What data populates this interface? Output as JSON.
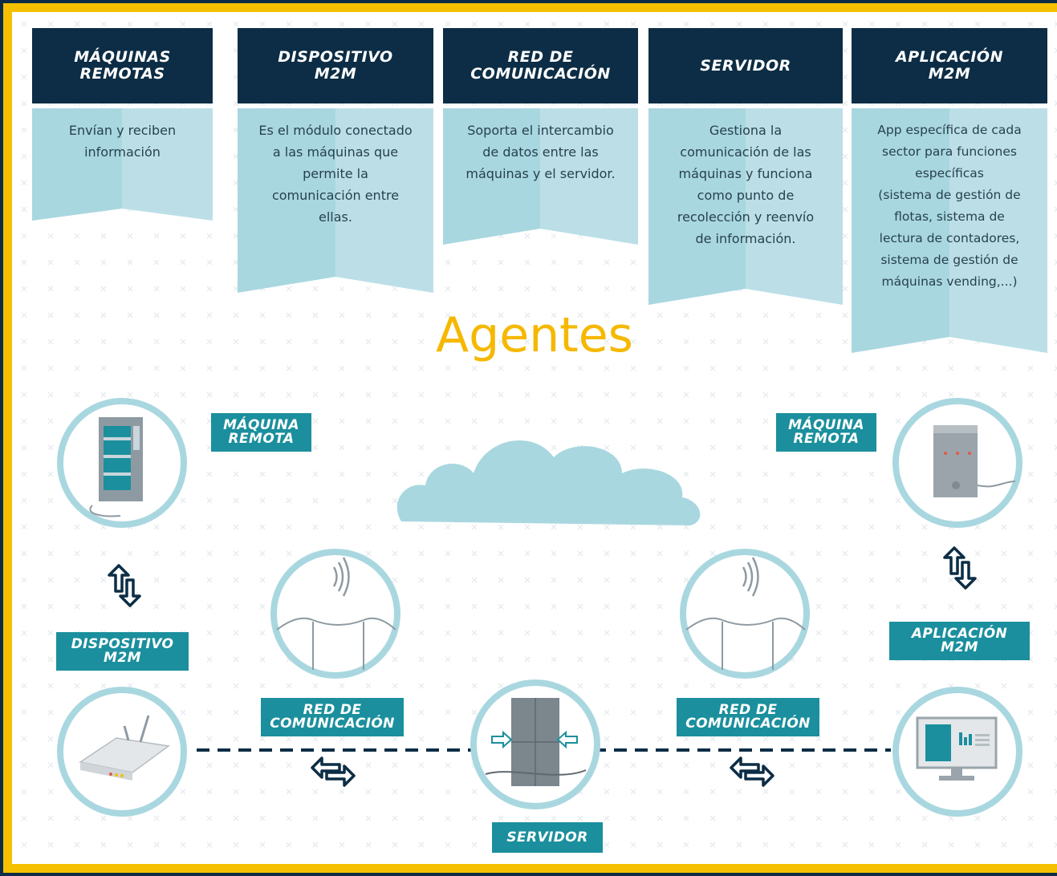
{
  "title": "Agentes",
  "columns": [
    {
      "head": "MÁQUINAS\nREMOTAS",
      "text": "Envían y reciben\ninformación"
    },
    {
      "head": "DISPOSITIVO\nM2M",
      "text": "Es el módulo conectado\na las máquinas que\npermite la\ncomunicación entre\nellas."
    },
    {
      "head": "RED DE\nCOMUNICACIÓN",
      "text": "Soporta el intercambio\nde datos entre las\nmáquinas y el servidor."
    },
    {
      "head": "SERVIDOR",
      "text": "Gestiona la\ncomunicación de las\nmáquinas y funciona\ncomo punto de\nrecolección y reenvío\nde información."
    },
    {
      "head": "APLICACIÓN\nM2M",
      "text": "App específica de cada\nsector para funciones\nespecíficas\n(sistema de gestión de\nflotas, sistema de\nlectura de contadores,\nsistema de gestión de\nmáquinas vending,...)"
    }
  ],
  "tags": {
    "maquina_left": "MÁQUINA\nREMOTA",
    "maquina_right": "MÁQUINA\nREMOTA",
    "dispositivo": "DISPOSITIVO\nM2M",
    "aplicacion": "APLICACIÓN\nM2M",
    "red_left": "RED DE\nCOMUNICACIÓN",
    "red_right": "RED DE\nCOMUNICACIÓN",
    "servidor": "SERVIDOR"
  },
  "colors": {
    "navy": "#0c2d45",
    "teal": "#1b8f9d",
    "light_blue": "#a9d7e0",
    "yellow": "#f5c000"
  }
}
